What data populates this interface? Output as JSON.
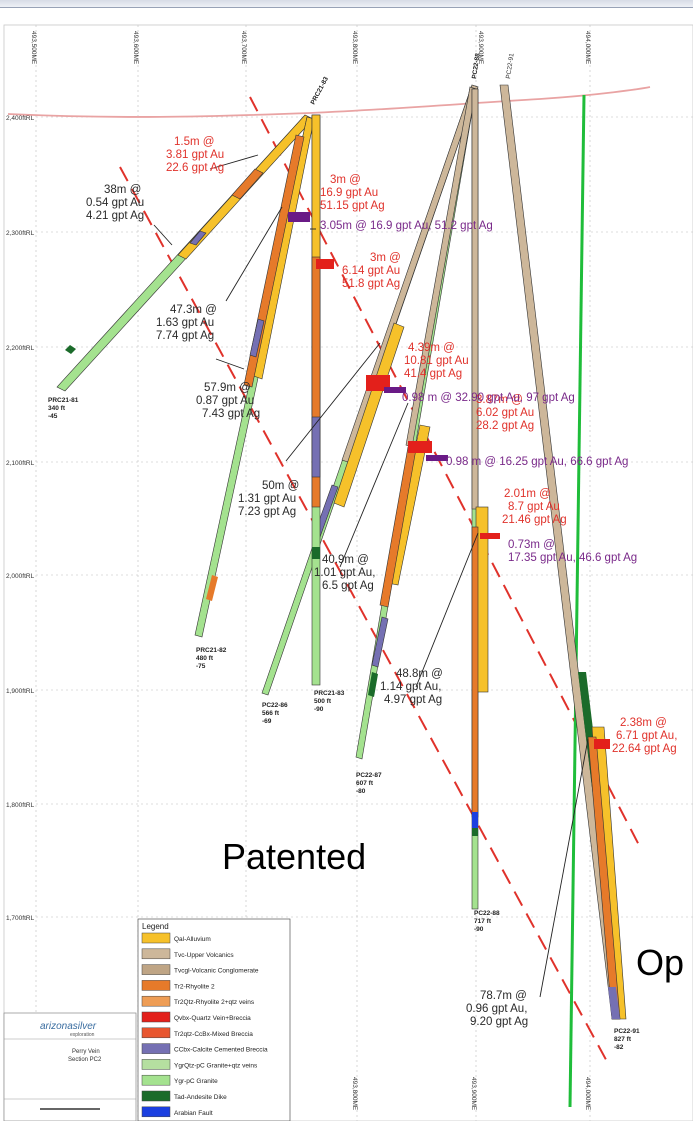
{
  "easting_labels_top": [
    "493,500ME",
    "493,600ME",
    "493,700ME",
    "493,800ME",
    "493,900ME",
    "494,000ME"
  ],
  "easting_labels_bottom": [
    "493,800ME",
    "493,900ME",
    "494,000ME"
  ],
  "rl_labels": [
    "2,400ftRL",
    "2,300ftRL",
    "2,200ftRL",
    "2,100ftRL",
    "2,000ftRL",
    "1,900ftRL",
    "1,800ftRL",
    "1,700ftRL"
  ],
  "collars": {
    "prc21_83": "PRC21-83",
    "pc22_88": "PC22-88",
    "pc22_91": "PC22-91"
  },
  "holes": [
    {
      "id": "PRC21-81",
      "depth": "340 ft",
      "dip": "-45"
    },
    {
      "id": "PRC21-82",
      "depth": "480 ft",
      "dip": "-75"
    },
    {
      "id": "PC22-86",
      "depth": "566 ft",
      "dip": "-69"
    },
    {
      "id": "PRC21-83",
      "depth": "500 ft",
      "dip": "-90"
    },
    {
      "id": "PC22-87",
      "depth": "607 ft",
      "dip": "-80"
    },
    {
      "id": "PC22-88",
      "depth": "717 ft",
      "dip": "-90"
    },
    {
      "id": "PC22-91",
      "depth": "827 ft",
      "dip": "-82"
    }
  ],
  "red_annotations": [
    [
      "1.5m @",
      "3.81 gpt Au",
      "22.6 gpt Ag"
    ],
    [
      "3m @",
      "16.9 gpt Au",
      "51.15 gpt Ag"
    ],
    [
      "3m @",
      "6.14 gpt Au",
      "51.8 gpt Ag"
    ],
    [
      "4.39m @",
      "10.81 gpt Au",
      "41.4 gpt Ag"
    ],
    [
      "3.87m @",
      "6.02 gpt Au",
      "28.2 gpt Ag"
    ],
    [
      "2.01m @",
      "8.7 gpt Au",
      "21.46 gpt Ag"
    ],
    [
      "2.38m @",
      "6.71 gpt Au,",
      "22.64 gpt Ag"
    ]
  ],
  "black_annotations": [
    [
      "38m @",
      "0.54 gpt Au",
      "4.21 gpt Ag"
    ],
    [
      "47.3m @",
      "1.63 gpt Au",
      "7.74 gpt Ag"
    ],
    [
      "57.9m @",
      "0.87 gpt Au",
      "7.43 gpt Ag"
    ],
    [
      "50m @",
      "1.31 gpt Au",
      "7.23 gpt Ag"
    ],
    [
      "40.9m @",
      "1.01 gpt Au,",
      "6.5 gpt Ag"
    ],
    [
      "48.8m @",
      "1.14 gpt Au,",
      "4.97 gpt Ag"
    ],
    [
      "78.7m @",
      "0.96 gpt Au,",
      "9.20 gpt Ag"
    ]
  ],
  "purple_annotations": [
    "3.05m @ 16.9 gpt Au, 51.2 gpt Ag",
    "0.98 m @ 32.90 gpt Au, 97 gpt Ag",
    "0.98 m @ 16.25 gpt Au, 66.6 gpt Ag",
    [
      "0.73m @",
      "17.35 gpt Au, 46.6 gpt Ag"
    ]
  ],
  "zone_labels": {
    "patented": "Patented",
    "open": "Op"
  },
  "legend": {
    "title": "Legend",
    "items": [
      {
        "label": "Qal-Alluvium",
        "color": "#f6c12a"
      },
      {
        "label": "Tvc-Upper Volcanics",
        "color": "#cdb79a"
      },
      {
        "label": "Tvcgl-Volcanic Conglomerate",
        "color": "#bfa585"
      },
      {
        "label": "Tr2-Rhyolite 2",
        "color": "#e67a2a"
      },
      {
        "label": "Tr2Qtz-Rhyolite 2+qtz veins",
        "color": "#ee9d55"
      },
      {
        "label": "Qvbx-Quartz Vein+Breccia",
        "color": "#e3201b"
      },
      {
        "label": "Tr2qtz-CcBx-Mixed Breccia",
        "color": "#e8562f"
      },
      {
        "label": "CCbx-Calcite Cemented Breccia",
        "color": "#7570b3"
      },
      {
        "label": "YgrQtz-pC Granite+qtz veins",
        "color": "#b5dfa0"
      },
      {
        "label": "Ygr-pC Granite",
        "color": "#a4e28f"
      },
      {
        "label": "Tad-Andesite Dike",
        "color": "#1b6b2a"
      },
      {
        "label": "Arabian Fault",
        "color": "#1b3fe0"
      }
    ]
  },
  "title_block": {
    "logo_text": "arizonasilver",
    "logo_sub": "exploration",
    "project": "Perry Vein",
    "section": "Section PC2"
  },
  "colors": {
    "fault_trace": "#e0322b",
    "property_boundary": "#1fbd3a",
    "topography": "#e9a3a3",
    "purple_intercept": "#6a1a86"
  }
}
